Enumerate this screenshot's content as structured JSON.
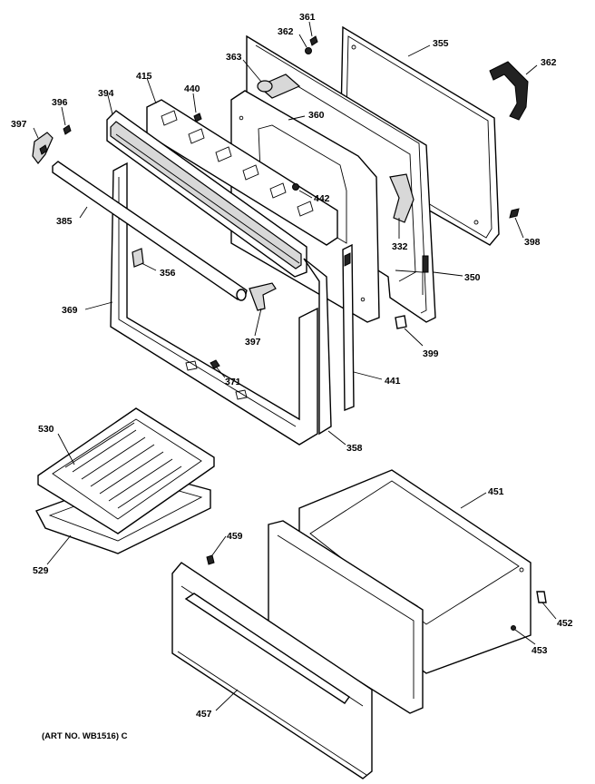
{
  "diagram": {
    "art_number": "(ART NO. WB1516) C",
    "callouts": {
      "c361": "361",
      "c362a": "362",
      "c363": "363",
      "c355": "355",
      "c362b": "362",
      "c415": "415",
      "c440": "440",
      "c394": "394",
      "c396": "396",
      "c397a": "397",
      "c360": "360",
      "c442": "442",
      "c332": "332",
      "c398": "398",
      "c385": "385",
      "c356": "356",
      "c350": "350",
      "c369": "369",
      "c397b": "397",
      "c399": "399",
      "c371": "371",
      "c441": "441",
      "c358": "358",
      "c530": "530",
      "c451": "451",
      "c459": "459",
      "c529": "529",
      "c452": "452",
      "c453": "453",
      "c457": "457"
    }
  }
}
